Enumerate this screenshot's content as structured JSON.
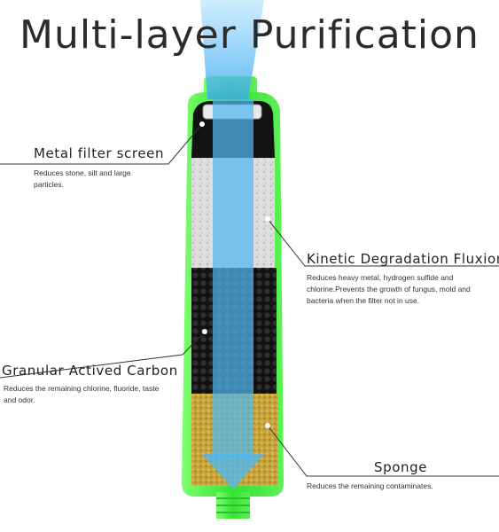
{
  "title": "Multi-layer Purification",
  "layers": [
    {
      "name": "Metal filter screen",
      "description": "Reduces stone, silt and large particles."
    },
    {
      "name": "Kinetic Degradation Fluxion",
      "description": "Reduces heavy metal, hydrogen sulfide and chlorine.Prevents the growth of fungus, mold and bacteria when the filter not in use."
    },
    {
      "name": "Granular Actived Carbon",
      "description": "Reduces the remaining chlorine, fluoride, taste and odor."
    },
    {
      "name": "Sponge",
      "description": "Reduces the remaining contaminates."
    }
  ],
  "colors": {
    "housing": "#4df04a",
    "housing_dark": "#2fbf2e",
    "water": "#4fb8f0",
    "kdf": "#d9d9d9",
    "carbon": "#1a1a1a",
    "sponge": "#c8a640"
  }
}
